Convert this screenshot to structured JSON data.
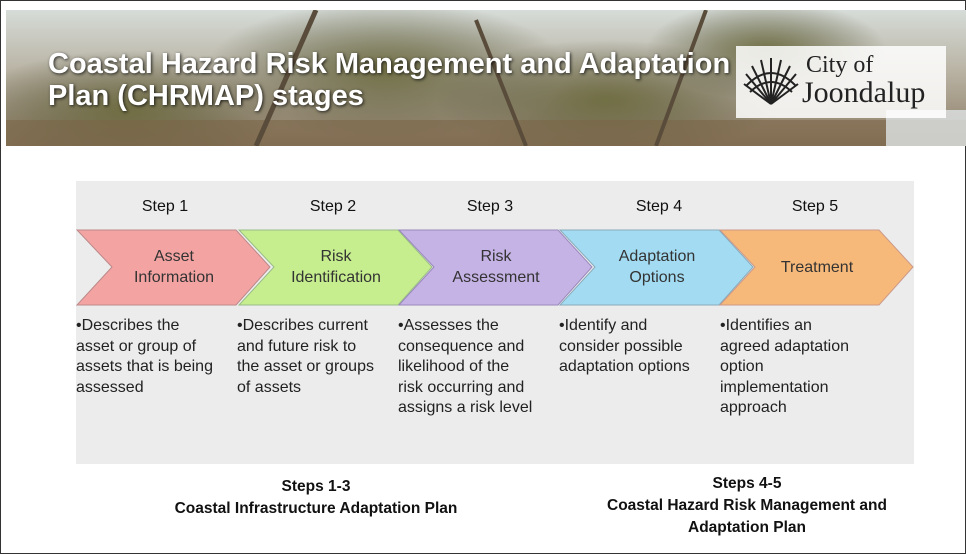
{
  "header": {
    "title": "Coastal Hazard Risk Management and Adaptation\nPlan (CHRMAP) stages",
    "logo_line1": "City of",
    "logo_line2": "Joondalup",
    "logo_icon": "fan-palm-logo-icon"
  },
  "steps": [
    {
      "label": "Step 1",
      "name": "Asset\nInformation",
      "color": "#f4a3a3",
      "desc": "•Describes the\n  asset or group of\n  assets that is being\n  assessed"
    },
    {
      "label": "Step 2",
      "name": "Risk\nIdentification",
      "color": "#c6ee8e",
      "desc": "•Describes current\n  and future risk to\n  the asset or groups\n  of assets"
    },
    {
      "label": "Step 3",
      "name": "Risk\nAssessment",
      "color": "#c6b3e6",
      "desc": "•Assesses  the\n  consequence and\n  likelihood of the\n  risk occurring and\n  assigns a risk level"
    },
    {
      "label": "Step 4",
      "name": "Adaptation\nOptions",
      "color": "#a3dcf2",
      "desc": "•Identify and\n  consider possible\n  adaptation options"
    },
    {
      "label": "Step 5",
      "name": "Treatment",
      "color": "#f7b97a",
      "desc": "•Identifies an\n  agreed adaptation\n  option\n  implementation\n  approach"
    }
  ],
  "footer": {
    "left": "Steps 1-3\nCoastal Infrastructure Adaptation Plan",
    "right": "Steps 4-5\nCoastal Hazard Risk Management and\nAdaptation Plan"
  }
}
